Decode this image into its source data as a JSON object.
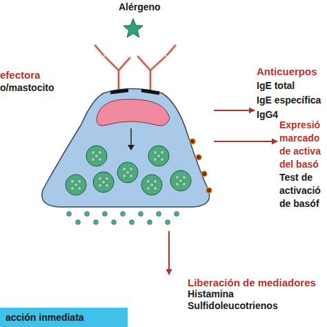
{
  "diagram": {
    "nodes": [
      {
        "text": [
          "efectora",
          "o/mastocito"
        ]
      },
      {
        "text": [
          "Anticuerpos",
          "IgE total",
          "IgE específica",
          "IgG4"
        ]
      },
      {
        "text": [
          "Expresió marcado de activa del basó",
          "Test de activació de basóf"
        ]
      },
      {
        "text": [
          "Liberación de mediadores",
          "Histamina",
          "Sulfidoleucotrienos"
        ]
      },
      {
        "text": [
          "acción inmediata"
        ]
      }
    ],
    "edges": [
      {
        "from": 0,
        "to": 1,
        "arrow": "to"
      },
      {
        "from": 0,
        "to": 2,
        "arrow": "to"
      },
      {
        "from": 0,
        "to": 3,
        "arrow": "to"
      }
    ],
    "labels": [
      "Alérgeno"
    ]
  }
}
